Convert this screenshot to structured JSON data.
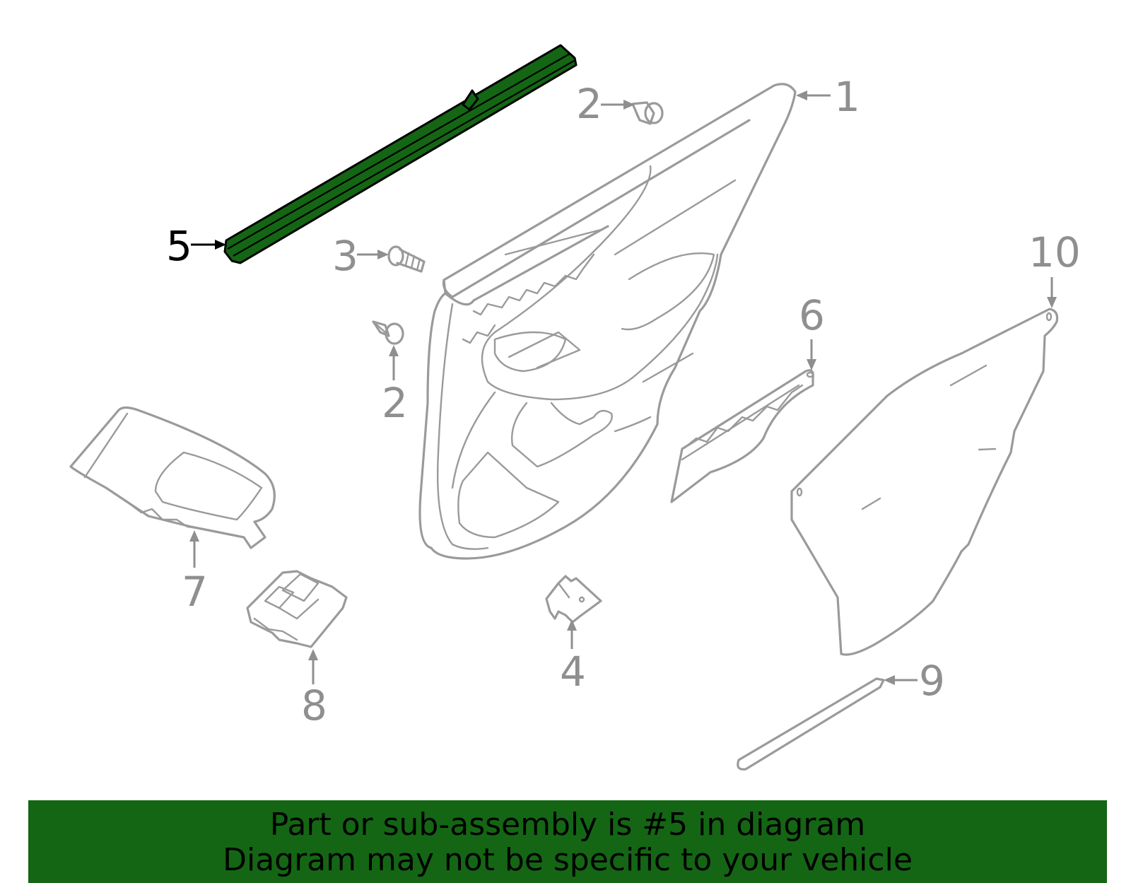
{
  "callouts": {
    "c1": "1",
    "c2a": "2",
    "c2b": "2",
    "c3": "3",
    "c4": "4",
    "c5": "5",
    "c6": "6",
    "c7": "7",
    "c8": "8",
    "c9": "9",
    "c10": "10"
  },
  "highlighted_part": "5",
  "colors": {
    "highlight": "#146614",
    "line": "#9a9a9a",
    "label": "#8f8f8f",
    "banner": "#146614"
  },
  "banner": {
    "line1": "Part or sub-assembly is #5 in diagram",
    "line2": "Diagram may not be specific to your vehicle"
  }
}
